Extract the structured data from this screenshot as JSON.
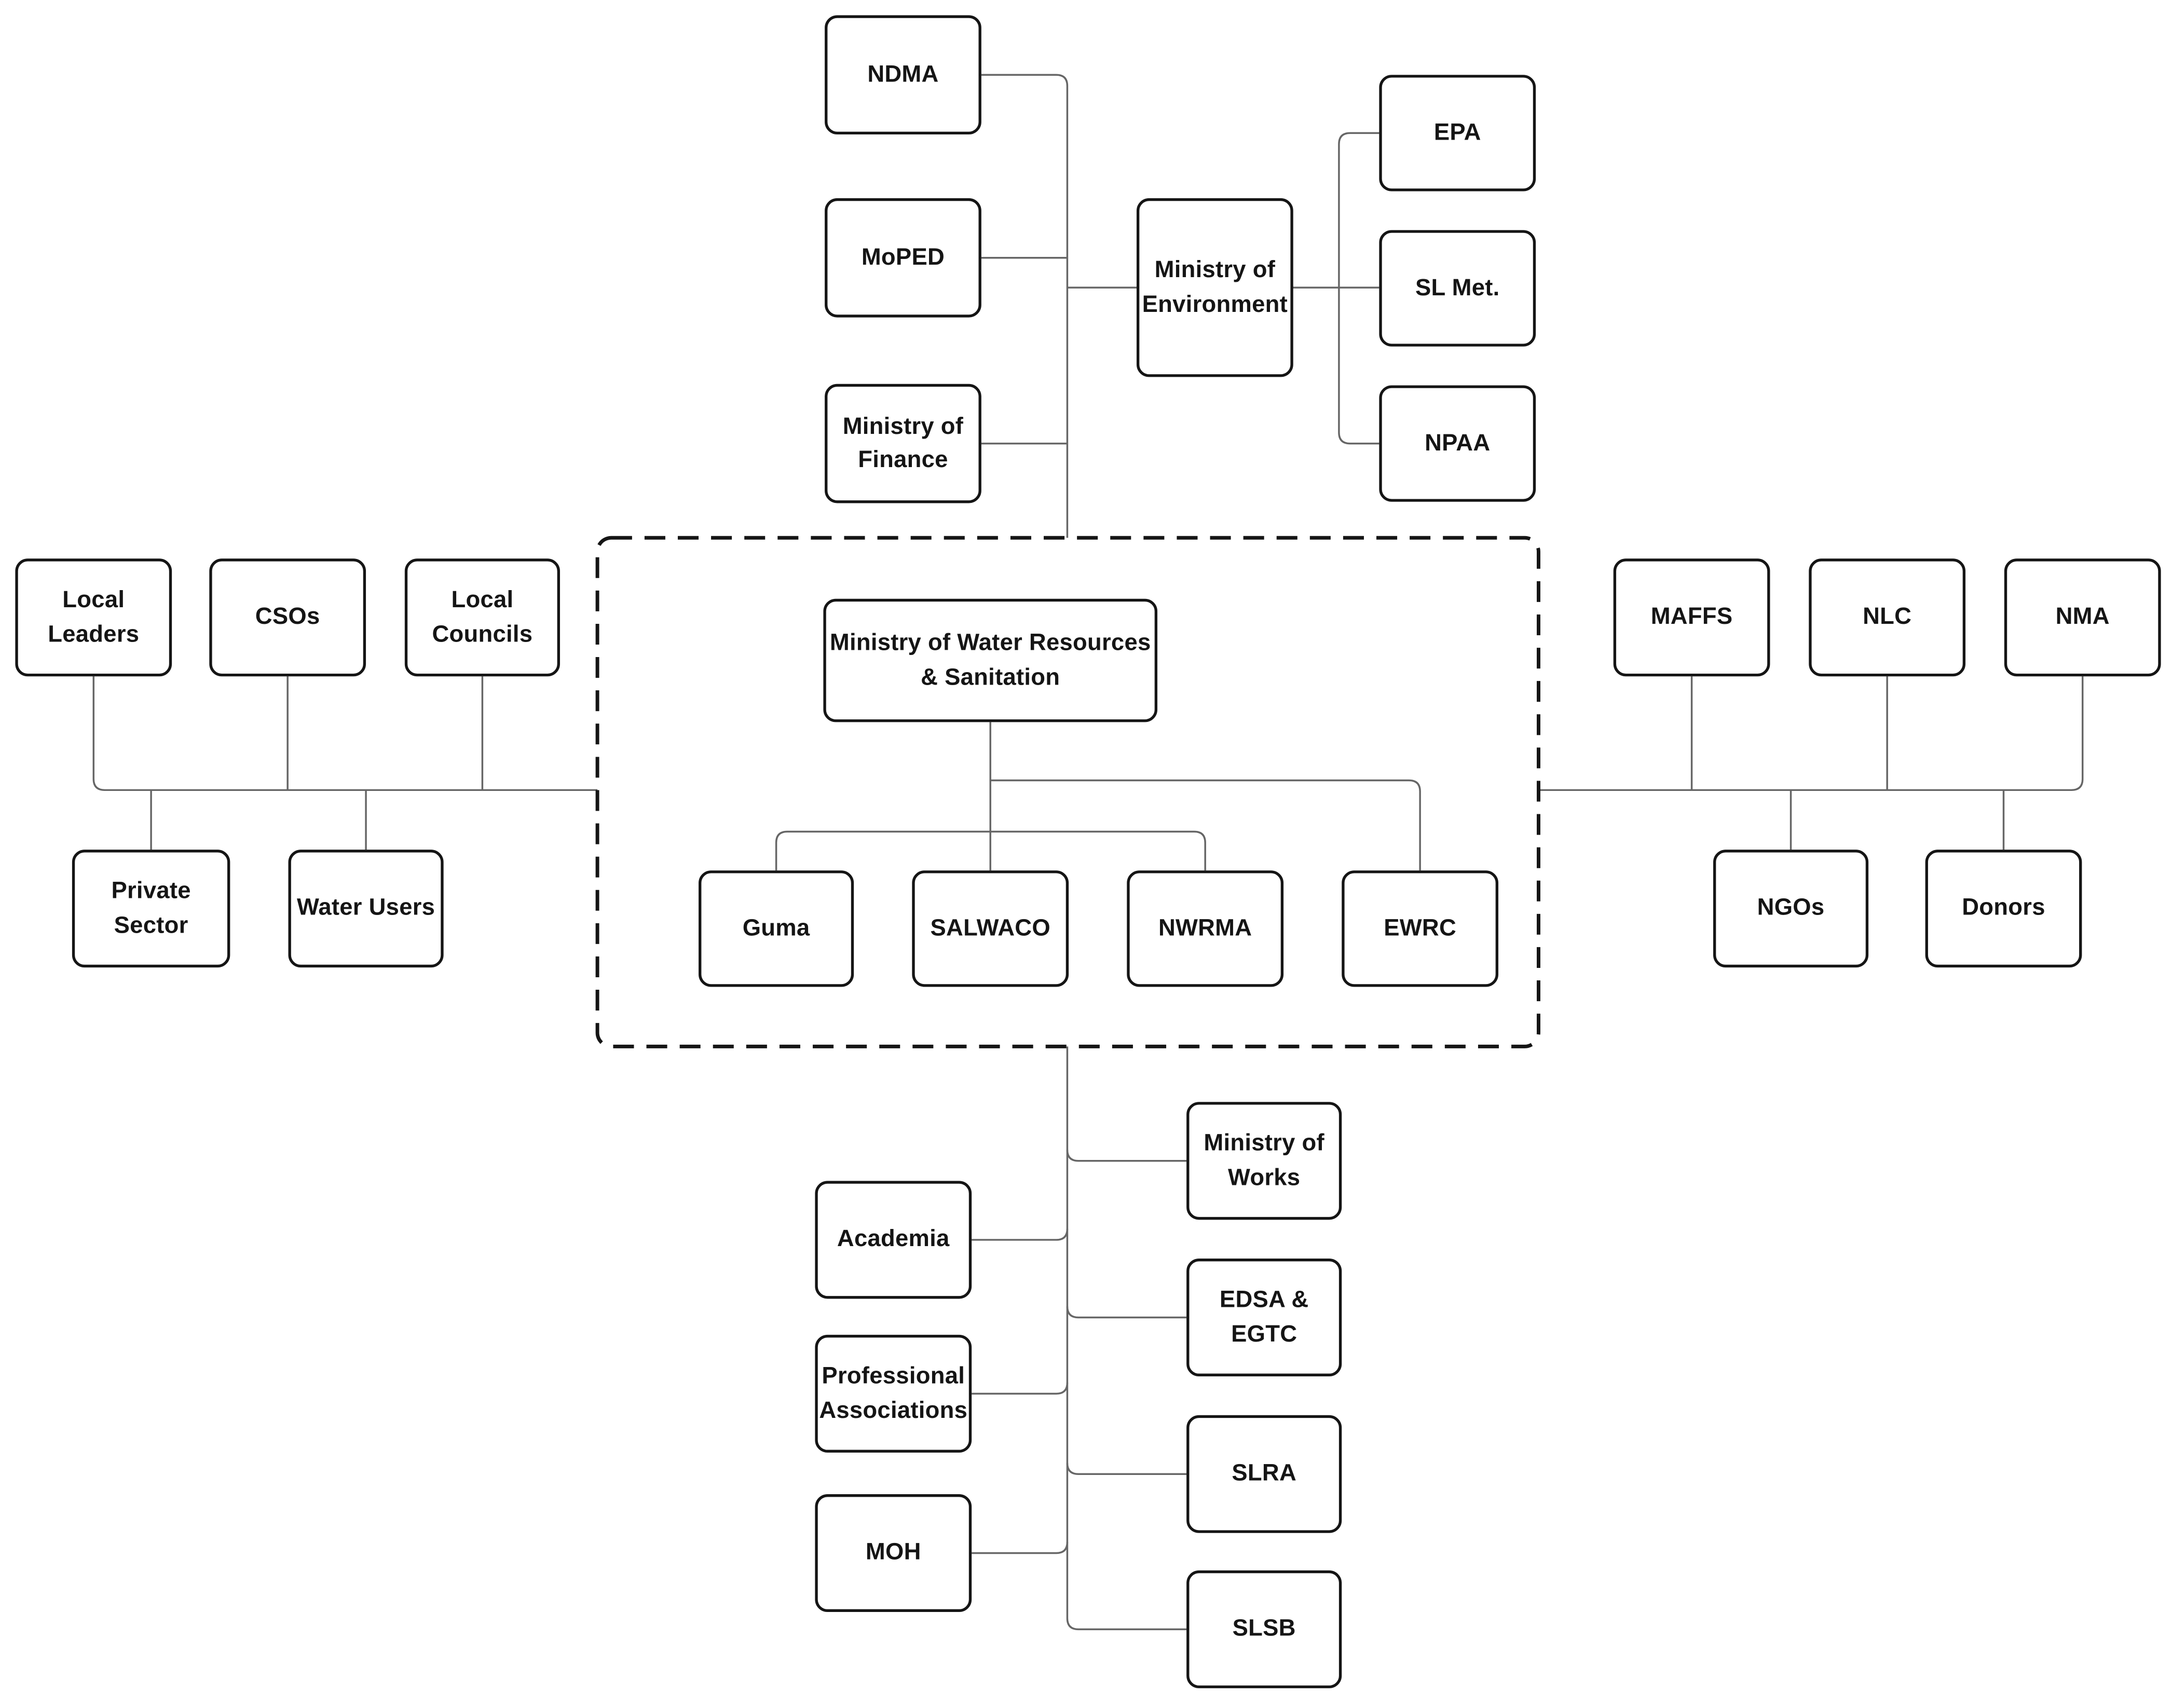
{
  "diagram": {
    "type": "org-chart",
    "subject": "Water sector institutional framework",
    "colors": {
      "background": "#ffffff",
      "box_fill": "#ffffff",
      "box_border": "#151515",
      "dashed_group_border": "#151515",
      "connector": "#666666",
      "text": "#151515"
    },
    "dashed_group": {
      "contains": [
        "Ministry of Water Resources & Sanitation",
        "Guma",
        "SALWACO",
        "NWRMA",
        "EWRC"
      ]
    },
    "edges": [
      [
        "NDMA",
        "mws_group"
      ],
      [
        "MoPED",
        "mws_group"
      ],
      [
        "Ministry of Finance",
        "mws_group"
      ],
      [
        "Ministry of Environment",
        "mws_group"
      ],
      [
        "Ministry of Environment",
        "EPA"
      ],
      [
        "Ministry of Environment",
        "SL Met."
      ],
      [
        "Ministry of Environment",
        "NPAA"
      ],
      [
        "Ministry of Water Resources & Sanitation",
        "Guma"
      ],
      [
        "Ministry of Water Resources & Sanitation",
        "SALWACO"
      ],
      [
        "Ministry of Water Resources & Sanitation",
        "NWRMA"
      ],
      [
        "Ministry of Water Resources & Sanitation",
        "EWRC"
      ],
      [
        "Local Leaders",
        "mws_group"
      ],
      [
        "CSOs",
        "mws_group"
      ],
      [
        "Local Councils",
        "mws_group"
      ],
      [
        "Private Sector",
        "mws_group"
      ],
      [
        "Water Users",
        "mws_group"
      ],
      [
        "MAFFS",
        "mws_group"
      ],
      [
        "NLC",
        "mws_group"
      ],
      [
        "NMA",
        "mws_group"
      ],
      [
        "NGOs",
        "mws_group"
      ],
      [
        "Donors",
        "mws_group"
      ],
      [
        "Academia",
        "mws_group"
      ],
      [
        "Professional Associations",
        "mws_group"
      ],
      [
        "MOH",
        "mws_group"
      ],
      [
        "Ministry of Works",
        "mws_group"
      ],
      [
        "EDSA & EGTC",
        "mws_group"
      ],
      [
        "SLRA",
        "mws_group"
      ],
      [
        "SLSB",
        "mws_group"
      ]
    ]
  },
  "nodes": {
    "ndma": {
      "label": "NDMA"
    },
    "moped": {
      "label": "MoPED"
    },
    "finance": {
      "label": "Ministry of Finance"
    },
    "environment": {
      "label": "Ministry of Environment"
    },
    "epa": {
      "label": "EPA"
    },
    "slmet": {
      "label": "SL Met."
    },
    "npaa": {
      "label": "NPAA"
    },
    "mwrs": {
      "label": "Ministry of Water Resources & Sanitation"
    },
    "guma": {
      "label": "Guma"
    },
    "salwaco": {
      "label": "SALWACO"
    },
    "nwrma": {
      "label": "NWRMA"
    },
    "ewrc": {
      "label": "EWRC"
    },
    "local_leaders": {
      "label": "Local Leaders"
    },
    "csos": {
      "label": "CSOs"
    },
    "local_councils": {
      "label": "Local Councils"
    },
    "private_sector": {
      "label": "Private Sector"
    },
    "water_users": {
      "label": "Water Users"
    },
    "maffs": {
      "label": "MAFFS"
    },
    "nlc": {
      "label": "NLC"
    },
    "nma": {
      "label": "NMA"
    },
    "ngos": {
      "label": "NGOs"
    },
    "donors": {
      "label": "Donors"
    },
    "academia": {
      "label": "Academia"
    },
    "prof_assoc": {
      "label": "Professional Associations"
    },
    "moh": {
      "label": "MOH"
    },
    "works": {
      "label": "Ministry of Works"
    },
    "edsa": {
      "label": "EDSA & EGTC"
    },
    "slra": {
      "label": "SLRA"
    },
    "slsb": {
      "label": "SLSB"
    }
  }
}
